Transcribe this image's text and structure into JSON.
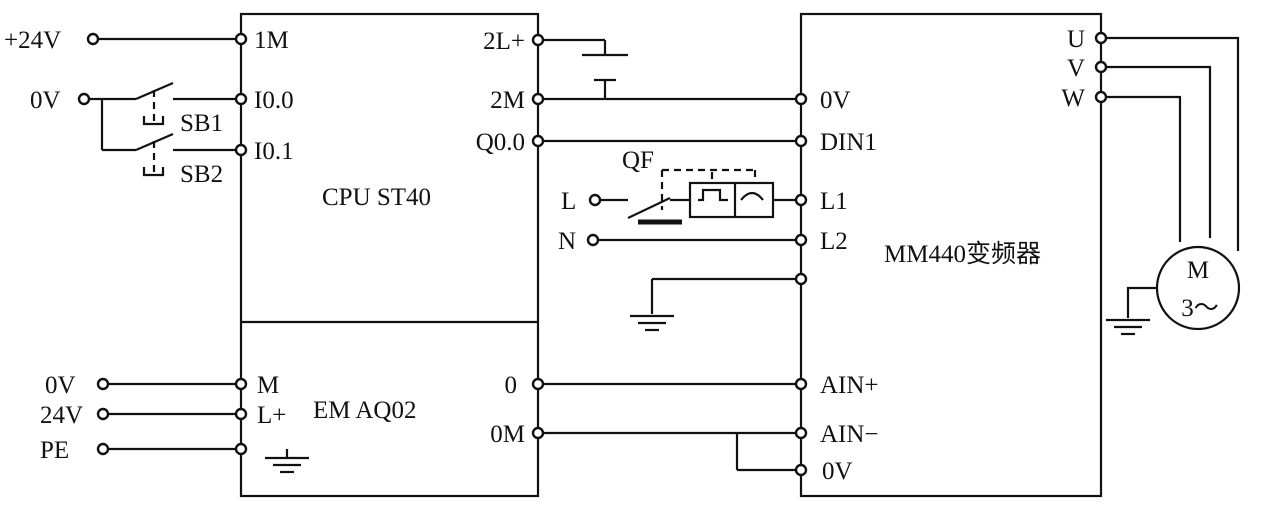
{
  "supply": {
    "plus24v": "+24V",
    "zero_v_top": "0V",
    "em_zero_v": "0V",
    "em_24v": "24V",
    "pe": "PE",
    "line": "L",
    "neutral": "N"
  },
  "switches": {
    "sb1": "SB1",
    "sb2": "SB2",
    "qf": "QF"
  },
  "cpu": {
    "name": "CPU ST40",
    "terminals": {
      "m1": "1M",
      "i00": "I0.0",
      "i01": "I0.1",
      "l2plus": "2L+",
      "m2": "2M",
      "q00": "Q0.0"
    }
  },
  "em": {
    "name": "EM AQ02",
    "terminals": {
      "m": "M",
      "lplus": "L+",
      "out0": "0",
      "out0m": "0M"
    }
  },
  "inverter": {
    "name": "MM440变频器",
    "terminals": {
      "zero_v": "0V",
      "din1": "DIN1",
      "l1": "L1",
      "l2": "L2",
      "ain_plus": "AIN+",
      "ain_minus": "AIN−",
      "zero_v_low": "0V",
      "u": "U",
      "v": "V",
      "w": "W"
    }
  },
  "motor": {
    "line1": "M",
    "line2": "3～"
  },
  "icons": [
    "terminal-circle-icon",
    "ground-icon",
    "battery-icon",
    "pushbutton-icon",
    "breaker-icon",
    "motor-icon"
  ]
}
